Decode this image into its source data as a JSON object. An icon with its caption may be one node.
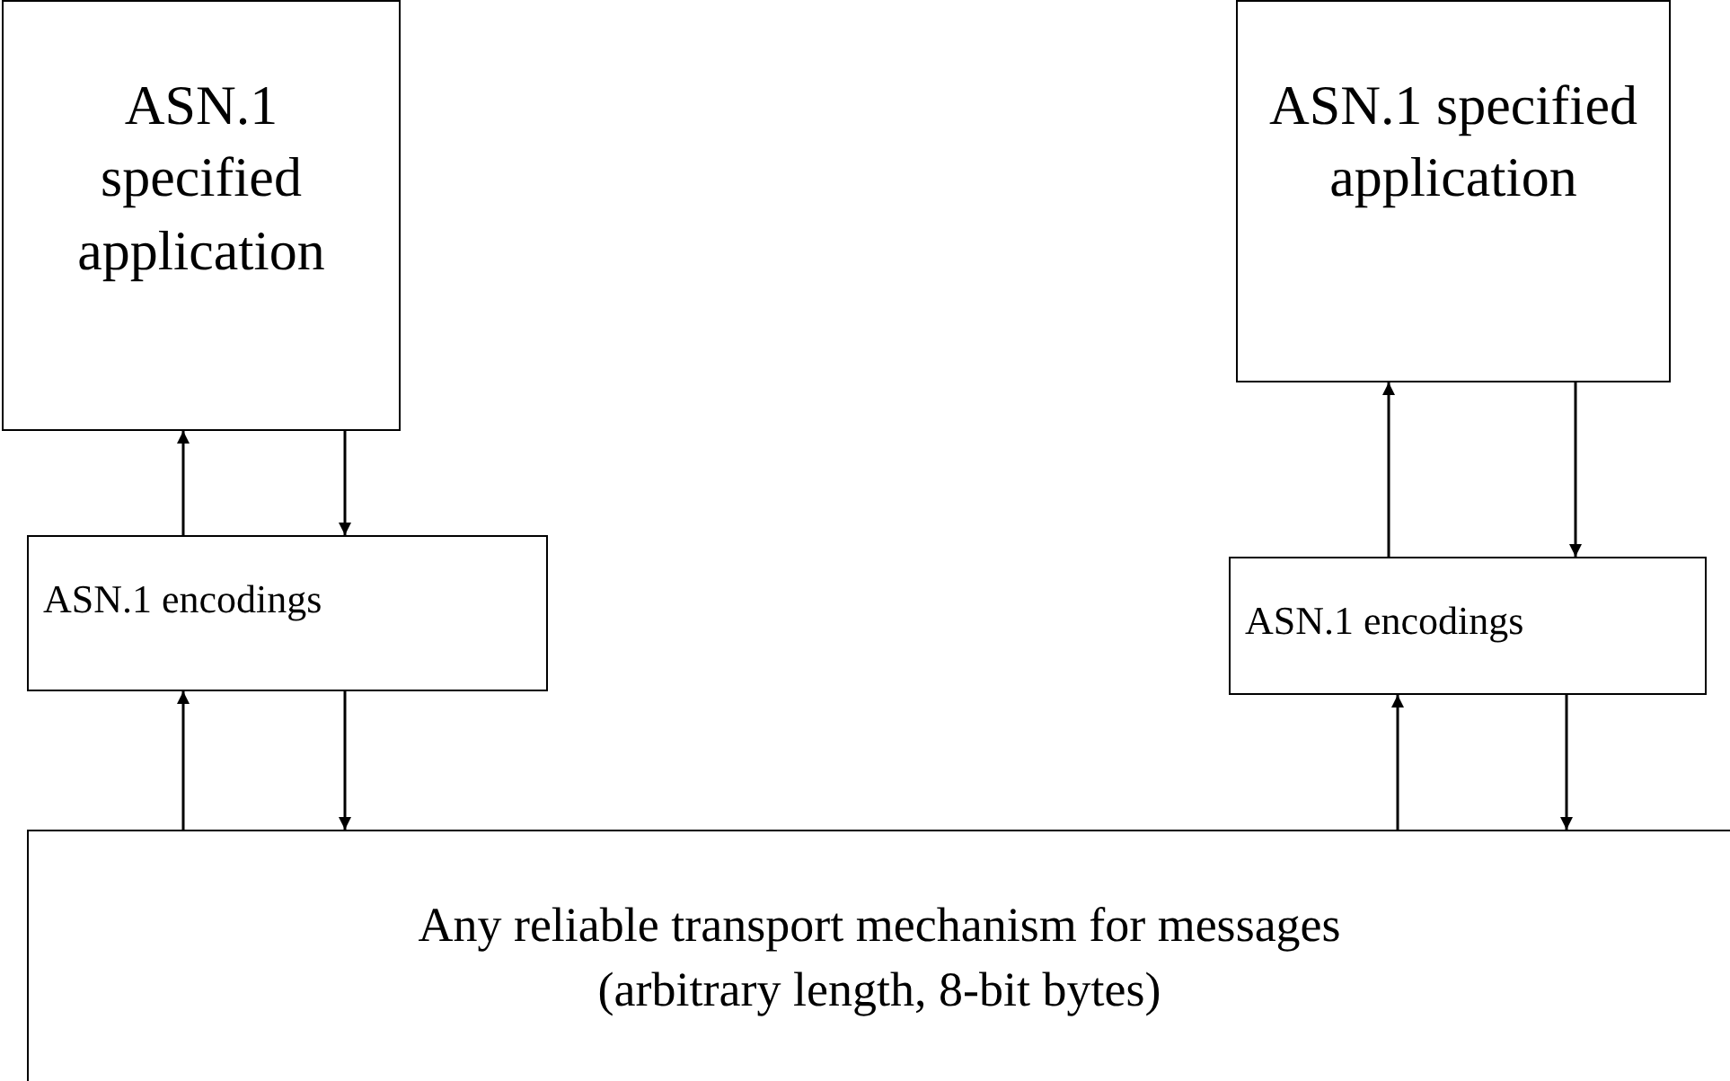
{
  "diagram": {
    "nodes": [
      {
        "text": [
          "ASN.1 specified application"
        ]
      },
      {
        "text": [
          "ASN.1 specified application"
        ]
      },
      {
        "text": [
          "ASN.1 encodings"
        ]
      },
      {
        "text": [
          "ASN.1 encodings"
        ]
      },
      {
        "text": [
          "Any reliable transport mechanism for messages (arbitrary length, 8-bit bytes)"
        ]
      }
    ],
    "edges": [
      {
        "from": 2,
        "to": 0,
        "arrow": "to"
      },
      {
        "from": 0,
        "to": 2,
        "arrow": "to"
      },
      {
        "from": 4,
        "to": 2,
        "arrow": "to"
      },
      {
        "from": 2,
        "to": 4,
        "arrow": "to"
      },
      {
        "from": 3,
        "to": 1,
        "arrow": "to"
      },
      {
        "from": 1,
        "to": 3,
        "arrow": "to"
      },
      {
        "from": 4,
        "to": 3,
        "arrow": "to"
      },
      {
        "from": 3,
        "to": 4,
        "arrow": "to"
      }
    ]
  }
}
